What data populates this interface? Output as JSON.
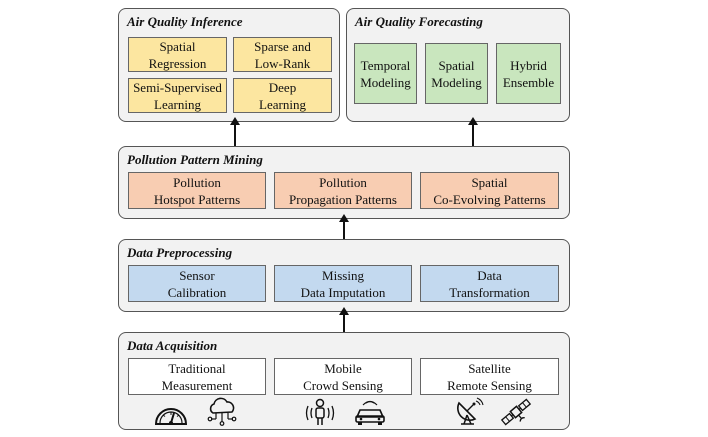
{
  "inference": {
    "title": "Air Quality Inference",
    "boxes": [
      "Spatial\nRegression",
      "Sparse and\nLow-Rank",
      "Semi-Supervised\nLearning",
      "Deep\nLearning"
    ]
  },
  "forecasting": {
    "title": "Air Quality Forecasting",
    "boxes": [
      "Temporal\nModeling",
      "Spatial\nModeling",
      "Hybrid\nEnsemble"
    ]
  },
  "mining": {
    "title": "Pollution Pattern Mining",
    "boxes": [
      "Pollution\nHotspot Patterns",
      "Pollution\nPropagation Patterns",
      "Spatial\nCo-Evolving Patterns"
    ]
  },
  "preprocessing": {
    "title": "Data Preprocessing",
    "boxes": [
      "Sensor\nCalibration",
      "Missing\nData Imputation",
      "Data\nTransformation"
    ]
  },
  "acquisition": {
    "title": "Data Acquisition",
    "boxes": [
      "Traditional\nMeasurement",
      "Mobile\nCrowd Sensing",
      "Satellite\nRemote Sensing"
    ]
  },
  "icons": [
    "gauge-icon",
    "cloud-network-icon",
    "person-signal-icon",
    "car-icon",
    "satellite-dish-icon",
    "satellite-icon"
  ],
  "colors": {
    "panel": "#f2f2f2",
    "inference_box": "#fce6a0",
    "forecasting_box": "#c9e6be",
    "mining_box": "#f8cdb2",
    "preprocessing_box": "#c3d9ef",
    "acquisition_box": "#ffffff"
  }
}
